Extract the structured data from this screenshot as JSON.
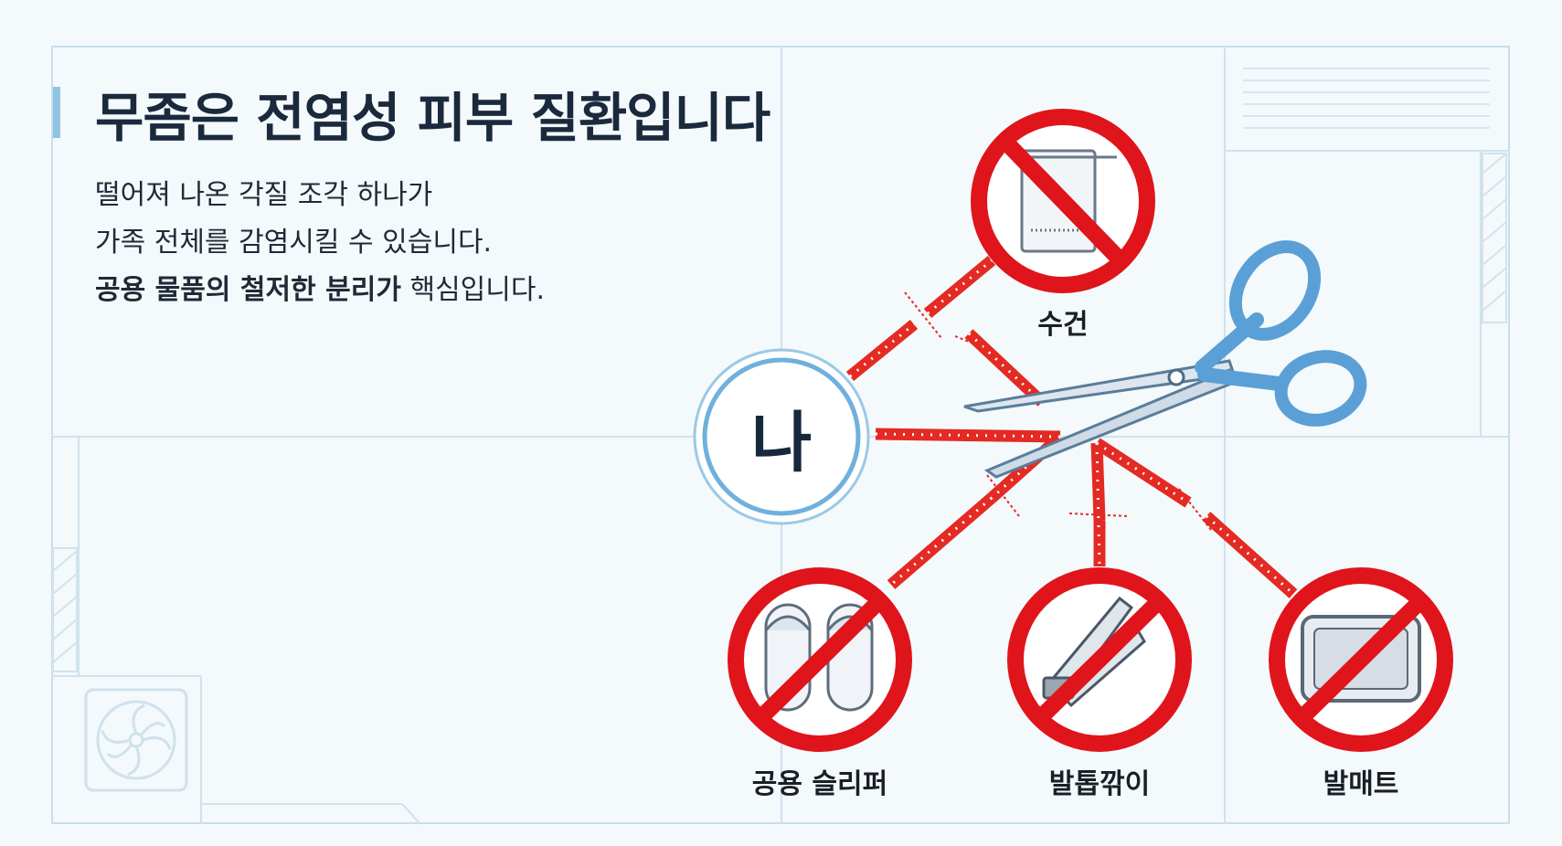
{
  "title": "무좀은 전염성 피부 질환입니다",
  "body": {
    "line1": "떨어져 나온 각질 조각 하나가",
    "line2": "가족 전체를 감염시킬 수 있습니다.",
    "line3_bold": "공용 물품의 철저한 분리가",
    "line3_rest": " 핵심입니다."
  },
  "center_node": {
    "label": "나"
  },
  "items": {
    "towel": "수건",
    "slippers": "공용 슬리퍼",
    "nail_clipper": "발톱깎이",
    "bath_mat": "발매트"
  },
  "colors": {
    "prohibit_red": "#e0141b",
    "link_red": "#e42a23",
    "node_blue": "#6fb0dc",
    "title_dark": "#1a2a3c"
  },
  "icons": [
    "towel-icon",
    "slippers-icon",
    "nail-clipper-icon",
    "bath-mat-icon",
    "scissors-icon",
    "fan-icon"
  ]
}
